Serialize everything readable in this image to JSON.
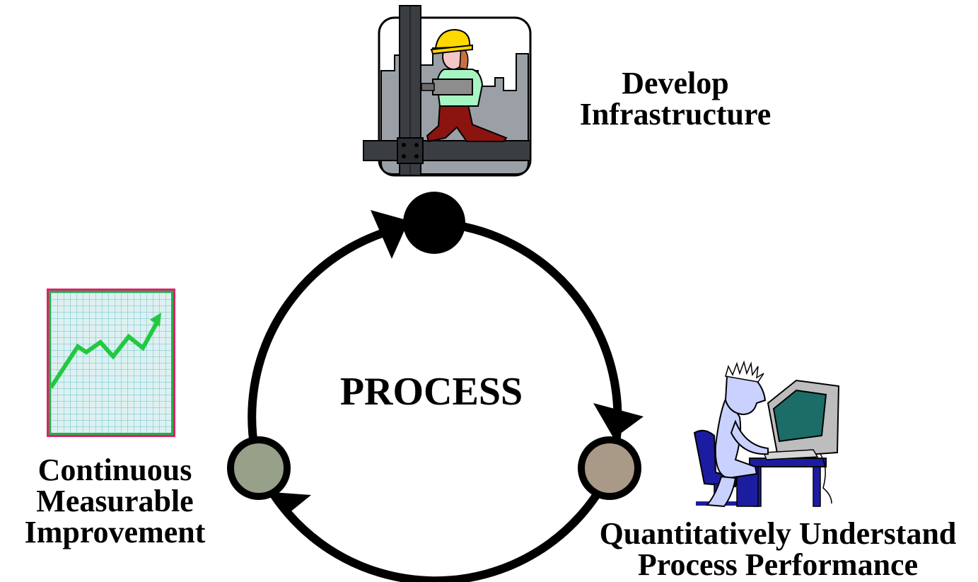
{
  "diagram": {
    "center_label": "PROCESS",
    "nodes": [
      {
        "id": "top",
        "lines": [
          "Develop",
          "Infrastructure"
        ],
        "fill": "#000000",
        "icon": "construction-worker-icon"
      },
      {
        "id": "right",
        "lines": [
          "Quantitatively Understand",
          "Process Performance"
        ],
        "fill": "#a89a86",
        "icon": "person-at-computer-icon"
      },
      {
        "id": "left",
        "lines": [
          "Continuous",
          "Measurable",
          "Improvement"
        ],
        "fill": "#97a088",
        "icon": "rising-chart-icon"
      }
    ],
    "colors": {
      "ring": "#000000",
      "grid_paper": "#dff0f0",
      "grid_lines": "#5ec4cf",
      "chart_border": "#e0206a",
      "chart_line": "#22c940",
      "city": "#9aa0a6",
      "beam": "#3a3d42",
      "hard_hat": "#ffd800",
      "worker_shirt": "#a7f5c3",
      "worker_pants": "#8b1410",
      "man_skin": "#c9d2ff",
      "monitor_screen": "#1c6c68",
      "desk": "#1c1ca0"
    }
  }
}
